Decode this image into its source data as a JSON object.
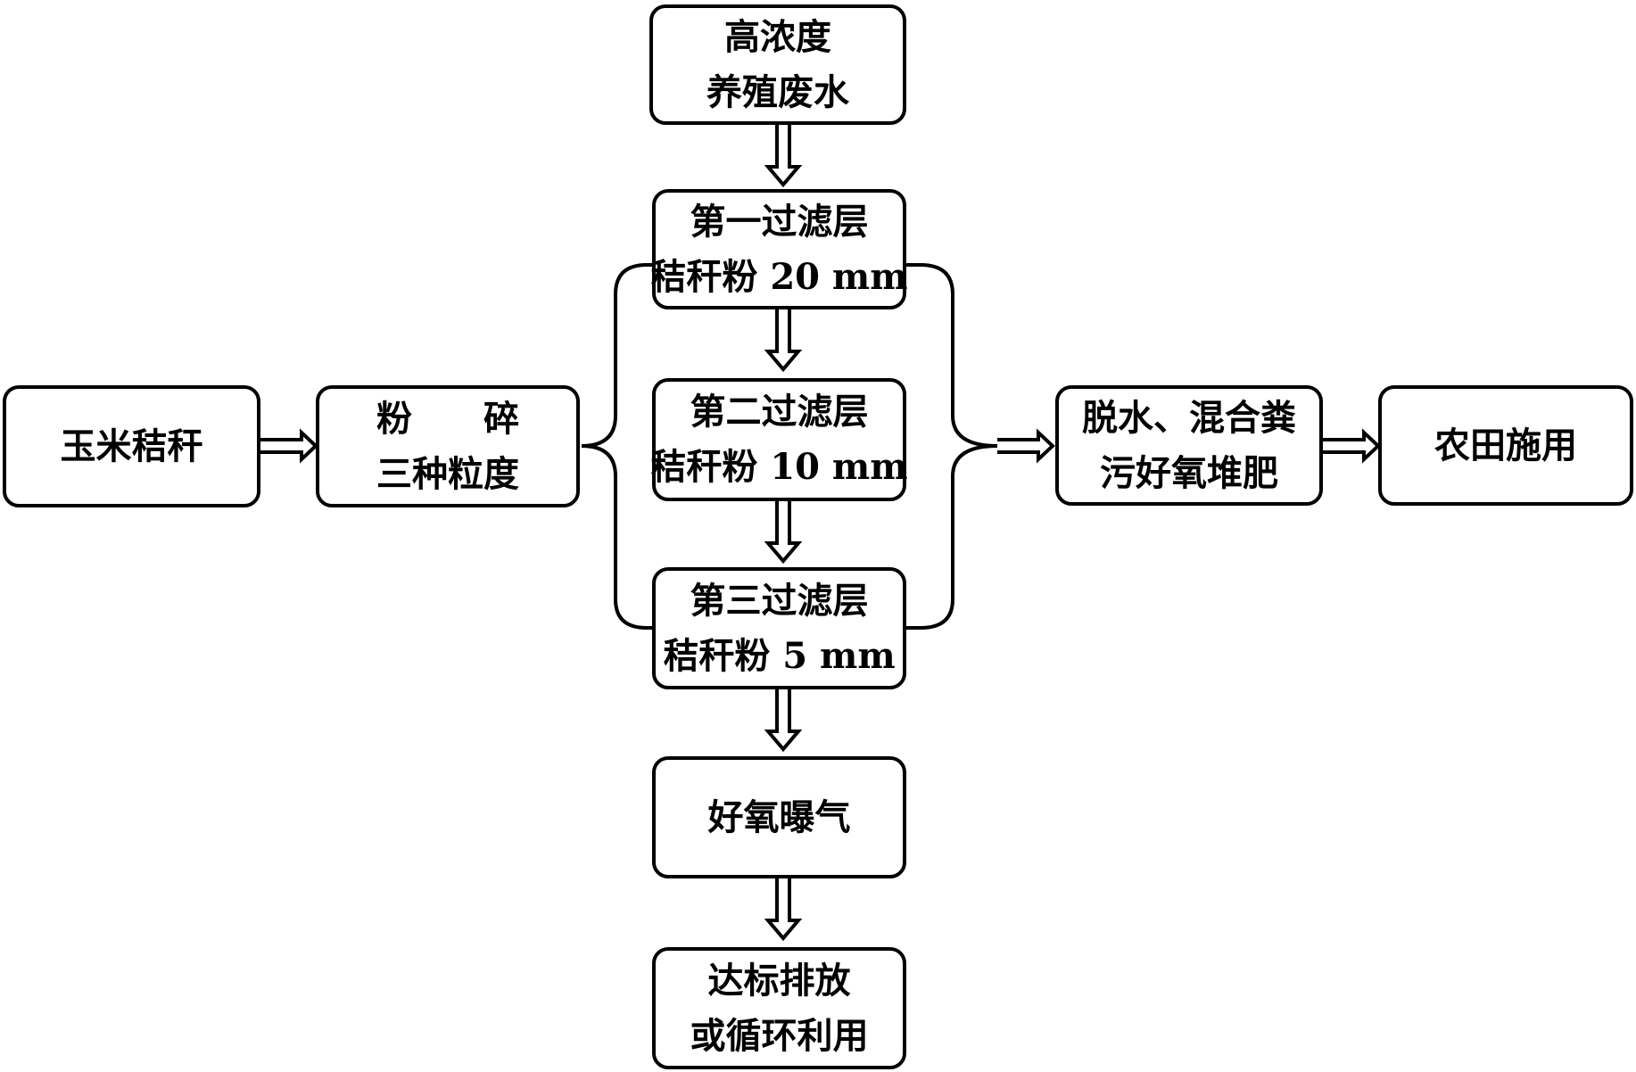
{
  "nodes": {
    "wastewater": {
      "line1": "高浓度",
      "line2": "养殖废水"
    },
    "filter1": {
      "line1": "第一过滤层",
      "line2": "秸秆粉 20 mm"
    },
    "filter2": {
      "line1": "第二过滤层",
      "line2": "秸秆粉 10 mm"
    },
    "filter3": {
      "line1": "第三过滤层",
      "line2": "秸秆粉 5 mm"
    },
    "aeration": {
      "line1": "好氧曝气"
    },
    "discharge": {
      "line1": "达标排放",
      "line2": "或循环利用"
    },
    "corn_straw": {
      "line1": "玉米秸秆"
    },
    "crushing": {
      "line1": "粉　　碎",
      "line2": "三种粒度"
    },
    "composting": {
      "line1": "脱水、混合粪",
      "line2": "污好氧堆肥"
    },
    "farmland": {
      "line1": "农田施用"
    }
  }
}
